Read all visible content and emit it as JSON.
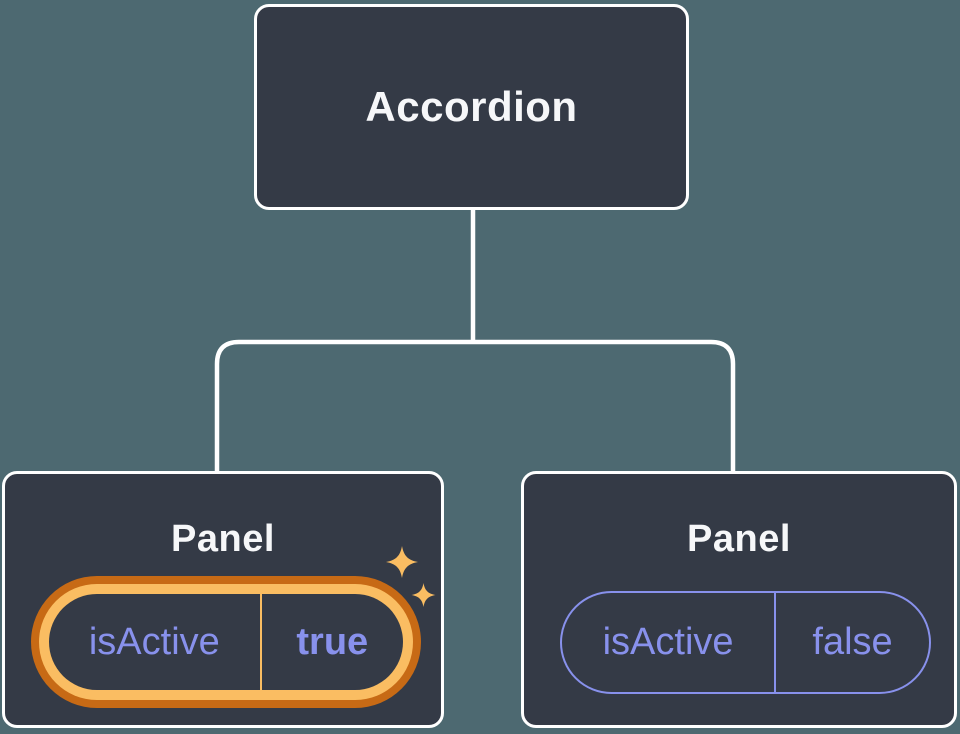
{
  "colors": {
    "background": "#4D6971",
    "node_bg": "#343A46",
    "node_border": "#FFFFFF",
    "connector": "#FFFFFF",
    "title_text": "#F6F7F9",
    "state_text": "#8891EC",
    "state_border": "#8891EC",
    "highlight_outer": "#C76A15",
    "highlight_inner": "#FABD62",
    "sparkle": "#FABD62"
  },
  "tree": {
    "root": {
      "label": "Accordion"
    },
    "children": [
      {
        "label": "Panel",
        "state_key": "isActive",
        "state_value": "true",
        "highlighted": true,
        "badge_icon": "sparkles-icon"
      },
      {
        "label": "Panel",
        "state_key": "isActive",
        "state_value": "false",
        "highlighted": false
      }
    ]
  }
}
